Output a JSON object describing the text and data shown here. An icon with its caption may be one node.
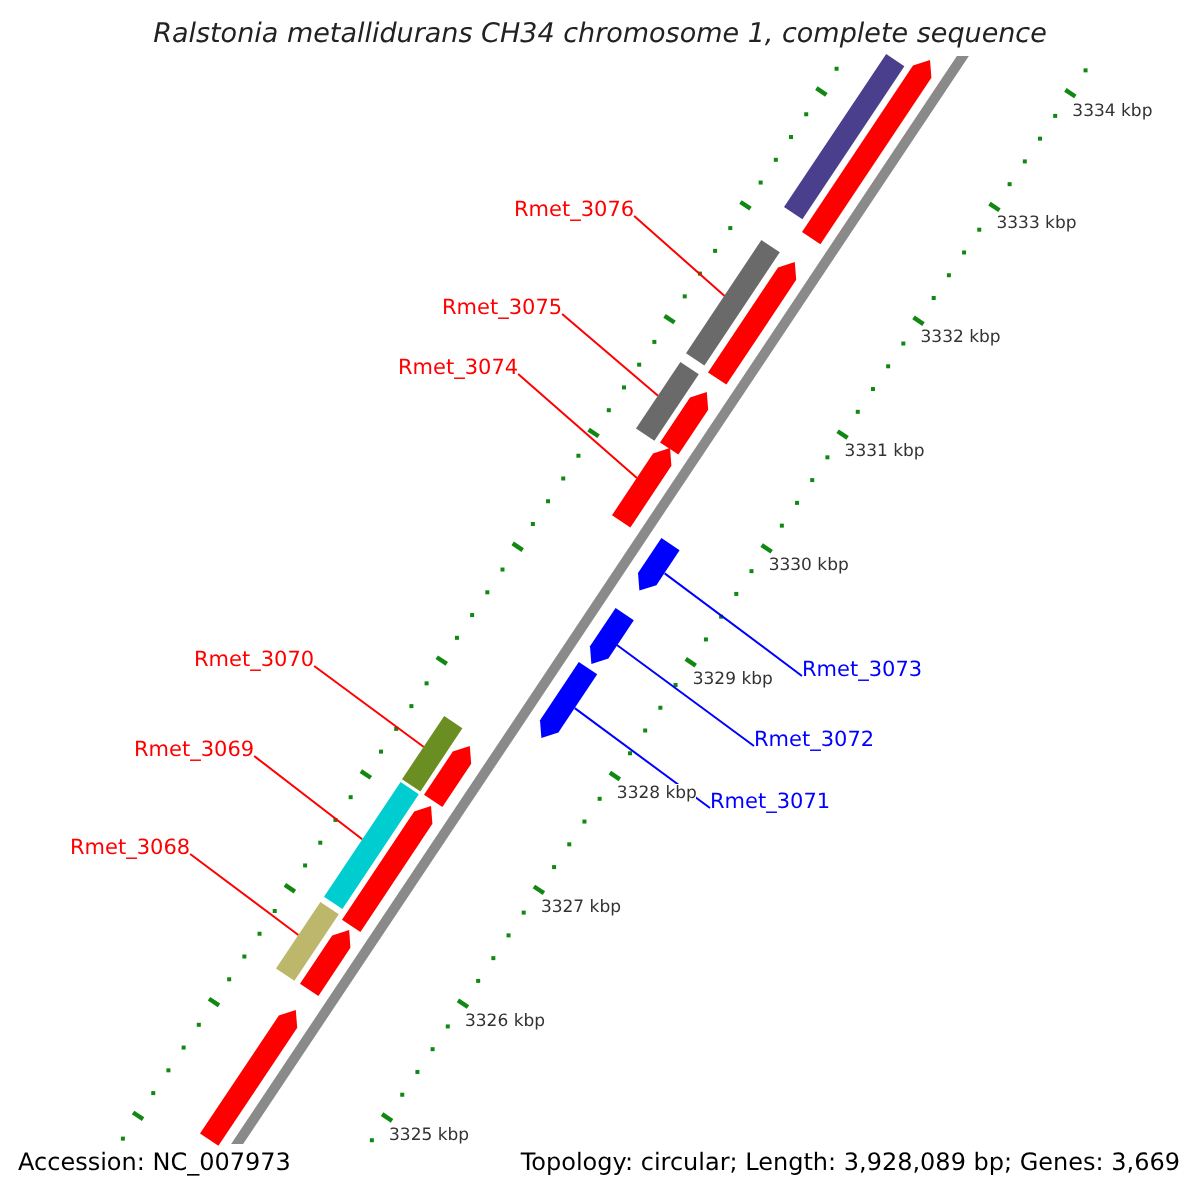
{
  "diagram": {
    "title": "Ralstonia metallidurans CH34 chromosome 1, complete sequence",
    "nodes": [
      {
        "text": [
          "Rmet_3076"
        ]
      },
      {
        "text": [
          "Rmet_3075"
        ]
      },
      {
        "text": [
          "Rmet_3074"
        ]
      },
      {
        "text": [
          "Rmet_3073"
        ]
      },
      {
        "text": [
          "Rmet_3072"
        ]
      },
      {
        "text": [
          "Rmet_3071"
        ]
      },
      {
        "text": [
          "Rmet_3070"
        ]
      },
      {
        "text": [
          "Rmet_3069"
        ]
      },
      {
        "text": [
          "Rmet_3068"
        ]
      },
      {
        "text": [],
        "shape": "bar"
      },
      {
        "text": [],
        "shape": "pentagon"
      },
      {
        "text": [],
        "shape": "bar"
      },
      {
        "text": [],
        "shape": "pentagon"
      },
      {
        "text": [],
        "shape": "bar"
      },
      {
        "text": [],
        "shape": "pentagon"
      },
      {
        "text": [],
        "shape": "pentagon"
      },
      {
        "text": [],
        "shape": "pentagon"
      },
      {
        "text": [],
        "shape": "pentagon"
      },
      {
        "text": [],
        "shape": "pentagon"
      },
      {
        "text": [],
        "shape": "bar"
      },
      {
        "text": [],
        "shape": "pentagon"
      },
      {
        "text": [],
        "shape": "bar"
      },
      {
        "text": [],
        "shape": "pentagon"
      },
      {
        "text": [],
        "shape": "bar"
      },
      {
        "text": [],
        "shape": "pentagon"
      },
      {
        "text": [],
        "shape": "pentagon"
      }
    ],
    "edges": [
      {
        "from": 0,
        "to": 11,
        "arrow": "none"
      },
      {
        "from": 1,
        "to": 13,
        "arrow": "none"
      },
      {
        "from": 2,
        "to": 15,
        "arrow": "none"
      },
      {
        "from": 3,
        "to": 16,
        "arrow": "none",
        "color": "#0000ff"
      },
      {
        "from": 4,
        "to": 17,
        "arrow": "none",
        "color": "#0000ff"
      },
      {
        "from": 5,
        "to": 18,
        "arrow": "none",
        "color": "#0000ff"
      },
      {
        "from": 6,
        "to": 19,
        "arrow": "none"
      },
      {
        "from": 7,
        "to": 21,
        "arrow": "none"
      },
      {
        "from": 8,
        "to": 23,
        "arrow": "none"
      }
    ],
    "labels": [
      "3334 kbp",
      "3333 kbp",
      "3332 kbp",
      "3331 kbp",
      "3330 kbp",
      "3329 kbp",
      "3328 kbp",
      "3327 kbp",
      "3326 kbp",
      "3325 kbp",
      "Accession: NC_007973",
      "Topology: circular; Length: 3,928,089 bp; Genes: 3,669"
    ]
  }
}
